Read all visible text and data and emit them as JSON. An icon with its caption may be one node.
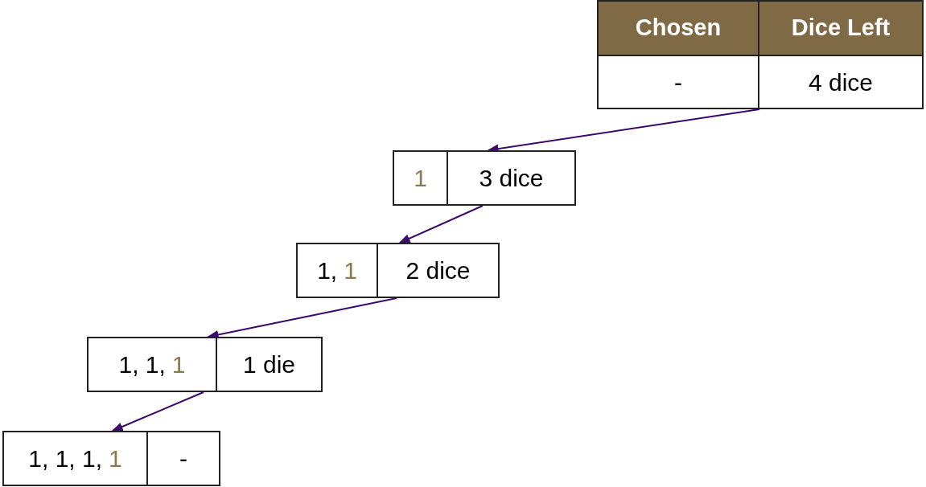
{
  "diagram": {
    "nodes": [
      {
        "text": [
          "Chosen"
        ]
      },
      {
        "text": [
          "Dice Left"
        ]
      },
      {
        "text": [
          "-"
        ]
      },
      {
        "text": [
          "4 dice"
        ]
      },
      {
        "text": [
          "1"
        ]
      },
      {
        "text": [
          "3 dice"
        ]
      },
      {
        "text": [
          "1,",
          "1"
        ]
      },
      {
        "text": [
          "2 dice"
        ]
      },
      {
        "text": [
          "1, 1,",
          "1"
        ]
      },
      {
        "text": [
          "1 die"
        ]
      },
      {
        "text": [
          "1, 1, 1,",
          "1"
        ]
      },
      {
        "text": [
          "-"
        ]
      }
    ],
    "edges": [
      {
        "from": 3,
        "to": 5,
        "arrow": "to"
      },
      {
        "from": 5,
        "to": 7,
        "arrow": "to"
      },
      {
        "from": 7,
        "to": 8,
        "arrow": "to"
      },
      {
        "from": 8,
        "to": 10,
        "arrow": "to"
      }
    ]
  }
}
